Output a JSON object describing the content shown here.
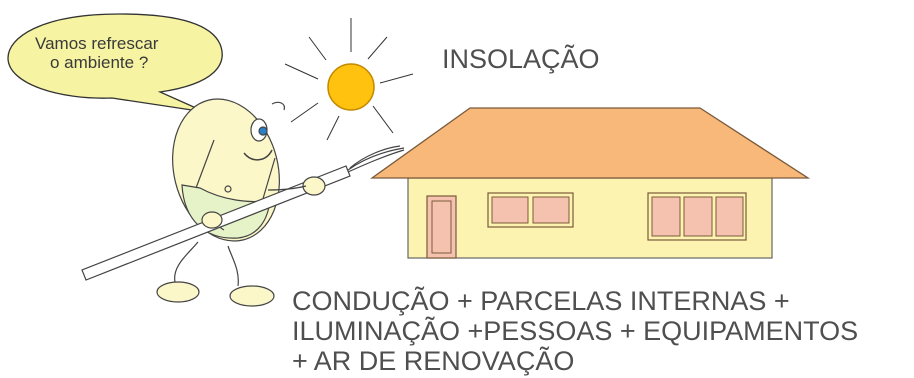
{
  "speech_bubble": {
    "line1": "Vamos refrescar",
    "line2": "o ambiente ?"
  },
  "labels": {
    "insolation": "INSOLAÇÃO",
    "loads_line1": "CONDUÇÃO + PARCELAS INTERNAS +",
    "loads_line2": "ILUMINAÇÃO +PESSOAS + EQUIPAMENTOS",
    "loads_line3": "+ AR DE RENOVAÇÃO"
  },
  "colors": {
    "sun": "#ffc20e",
    "roof": "#f7b87a",
    "roof_outline": "#7a5a3a",
    "wall": "#fdf3b0",
    "window": "#f5c2b0",
    "bubble": "#f6f4a2",
    "character": "#fbf7c8",
    "character_outline": "#444444",
    "iris": "#2a7fc9",
    "text": "#4f4f4f"
  }
}
